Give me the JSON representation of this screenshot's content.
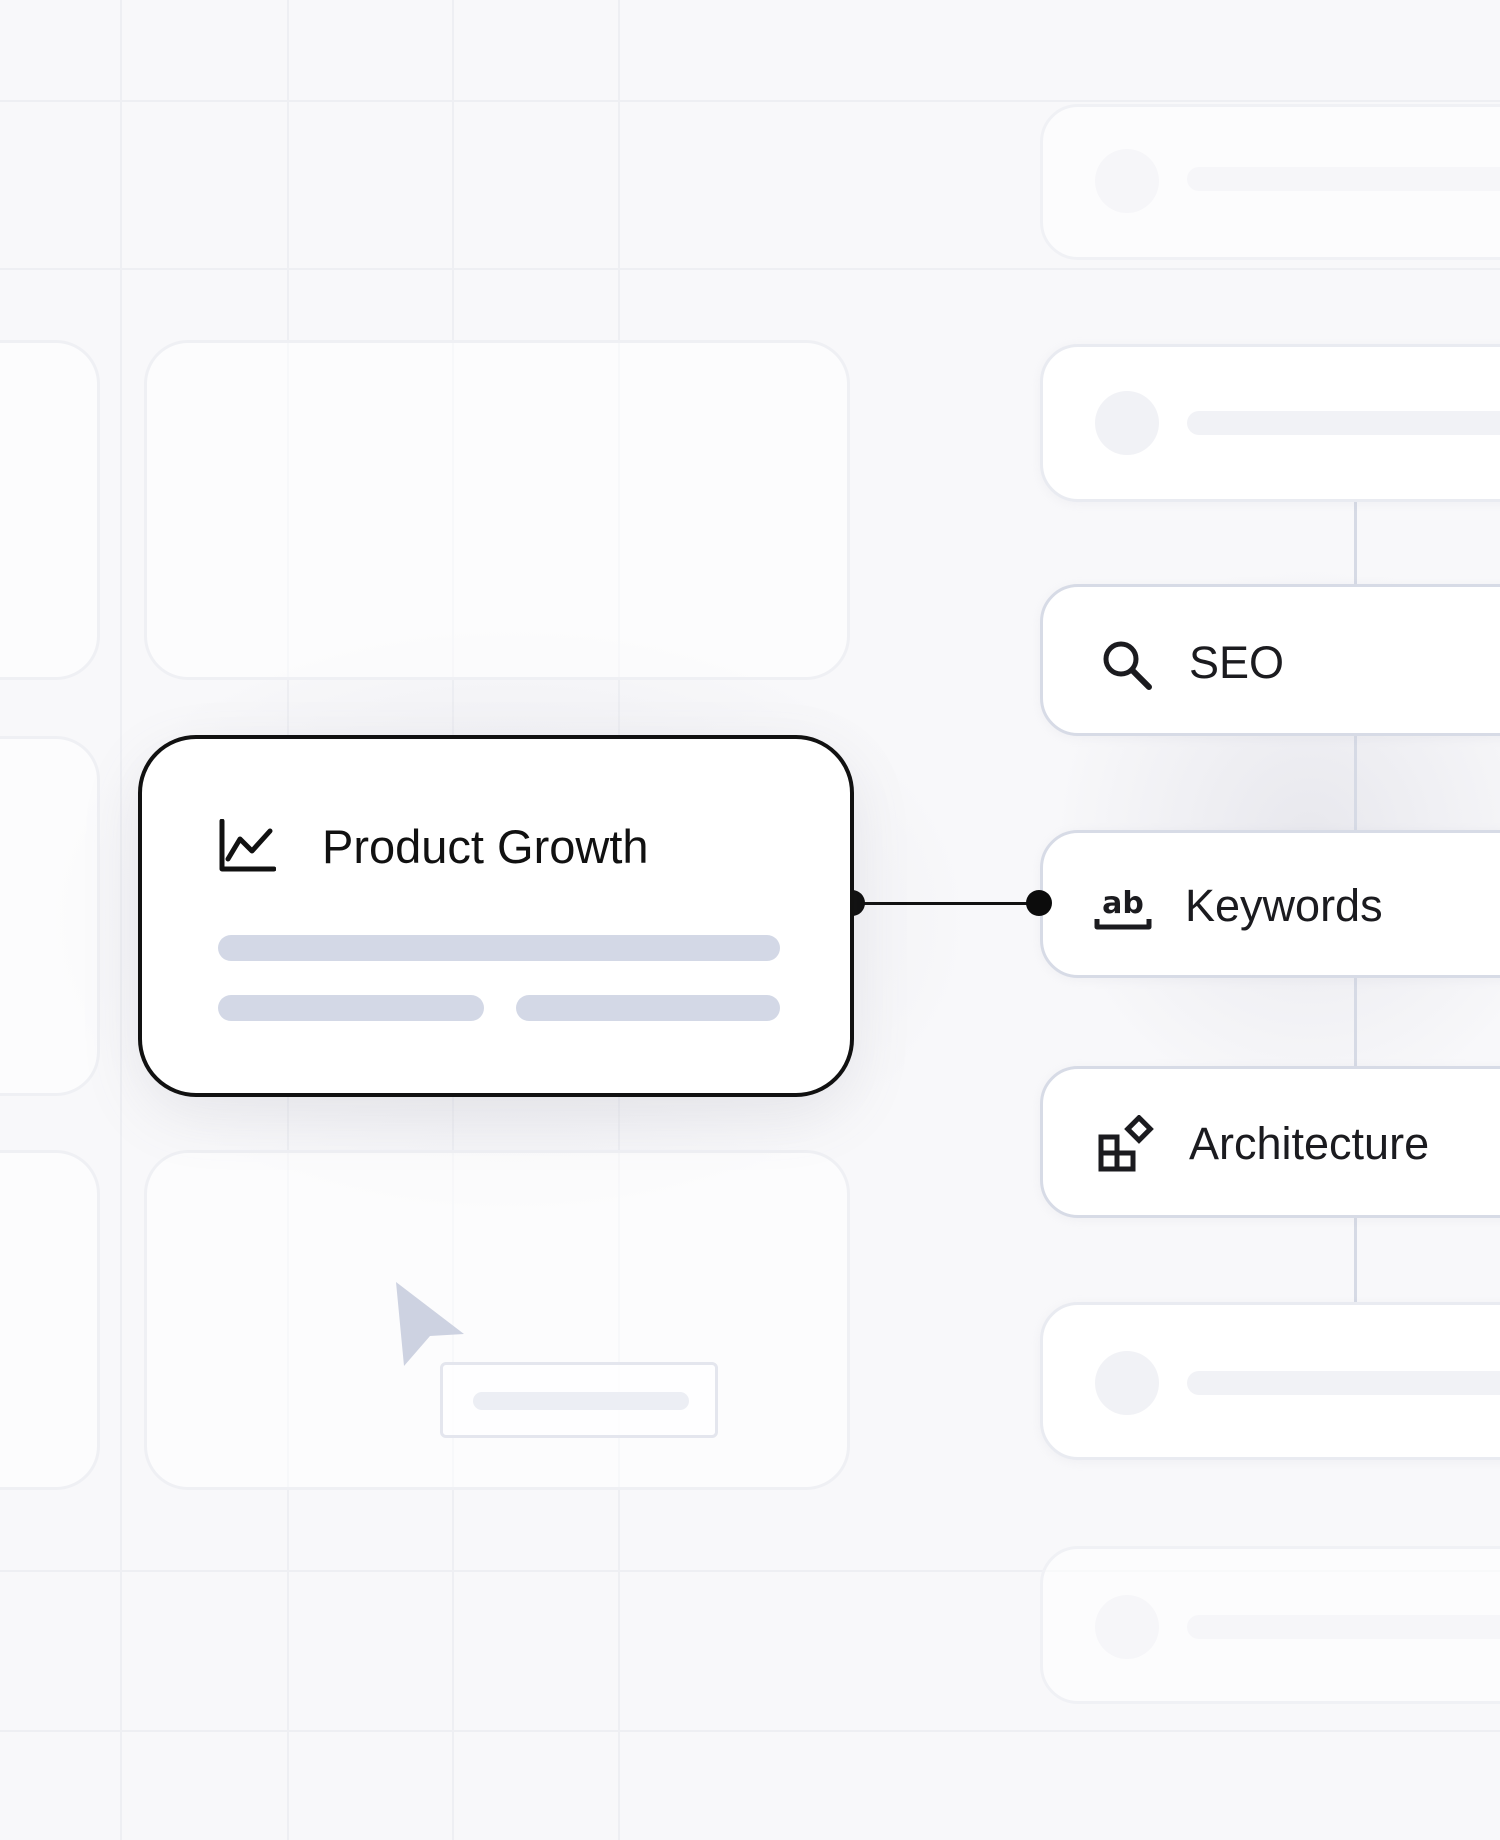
{
  "diagram": {
    "central_node": {
      "label": "Product Growth",
      "icon": "line-chart-icon"
    },
    "connected_nodes": [
      {
        "label": "SEO",
        "icon": "search-icon"
      },
      {
        "label": "Keywords",
        "icon": "text-ab-icon"
      },
      {
        "label": "Architecture",
        "icon": "blocks-icon"
      }
    ],
    "colors": {
      "background": "#f8f8fa",
      "accent": "#111111",
      "skeleton": "#d3d8e6",
      "card_border": "#d7dbe6"
    }
  }
}
